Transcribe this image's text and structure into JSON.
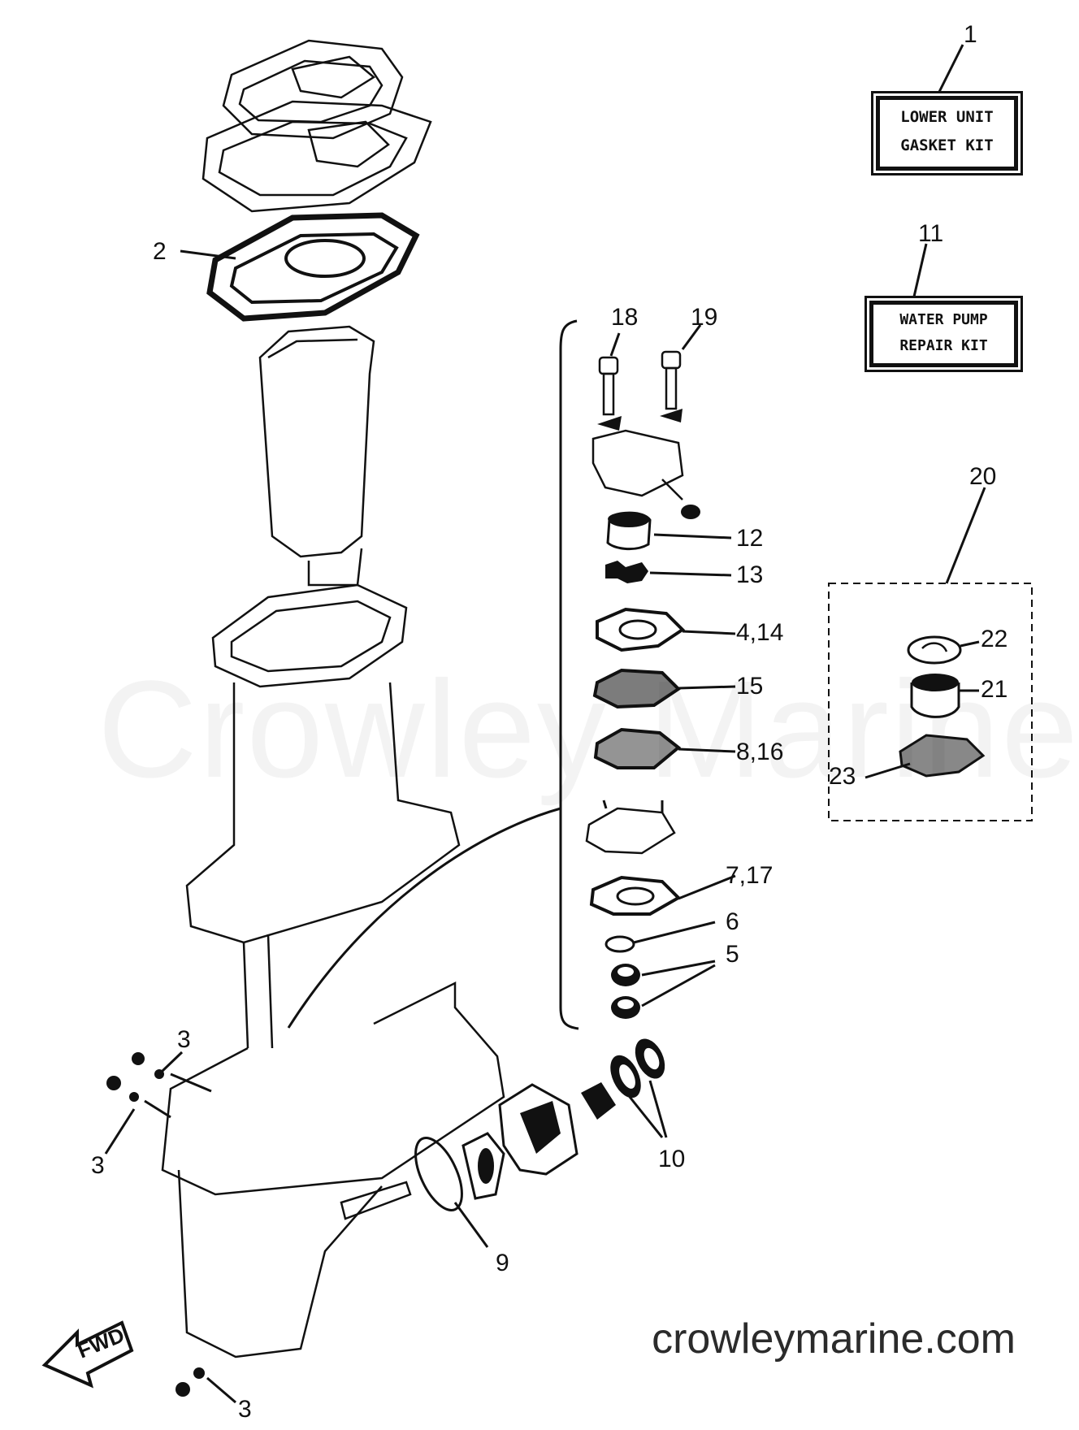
{
  "watermark": "Crowley Marine",
  "footer_url": "crowleymarine.com",
  "fwd_label": "FWD",
  "kits": {
    "lower_unit_gasket": {
      "number": "1",
      "line1": "LOWER UNIT",
      "line2": "GASKET KIT"
    },
    "water_pump_repair": {
      "number": "11",
      "line1": "WATER PUMP",
      "line2": "REPAIR KIT"
    },
    "subassembly": {
      "number": "20"
    }
  },
  "callouts": [
    {
      "id": "2",
      "label": "2"
    },
    {
      "id": "3a",
      "label": "3"
    },
    {
      "id": "3b",
      "label": "3"
    },
    {
      "id": "3c",
      "label": "3"
    },
    {
      "id": "18",
      "label": "18"
    },
    {
      "id": "19",
      "label": "19"
    },
    {
      "id": "12",
      "label": "12"
    },
    {
      "id": "13",
      "label": "13"
    },
    {
      "id": "4-14",
      "label": "4,14"
    },
    {
      "id": "15",
      "label": "15"
    },
    {
      "id": "8-16",
      "label": "8,16"
    },
    {
      "id": "7-17",
      "label": "7,17"
    },
    {
      "id": "6",
      "label": "6"
    },
    {
      "id": "5",
      "label": "5"
    },
    {
      "id": "10",
      "label": "10"
    },
    {
      "id": "9",
      "label": "9"
    },
    {
      "id": "22",
      "label": "22"
    },
    {
      "id": "21",
      "label": "21"
    },
    {
      "id": "23",
      "label": "23"
    }
  ],
  "icons": [
    "fwd-arrow-icon"
  ]
}
